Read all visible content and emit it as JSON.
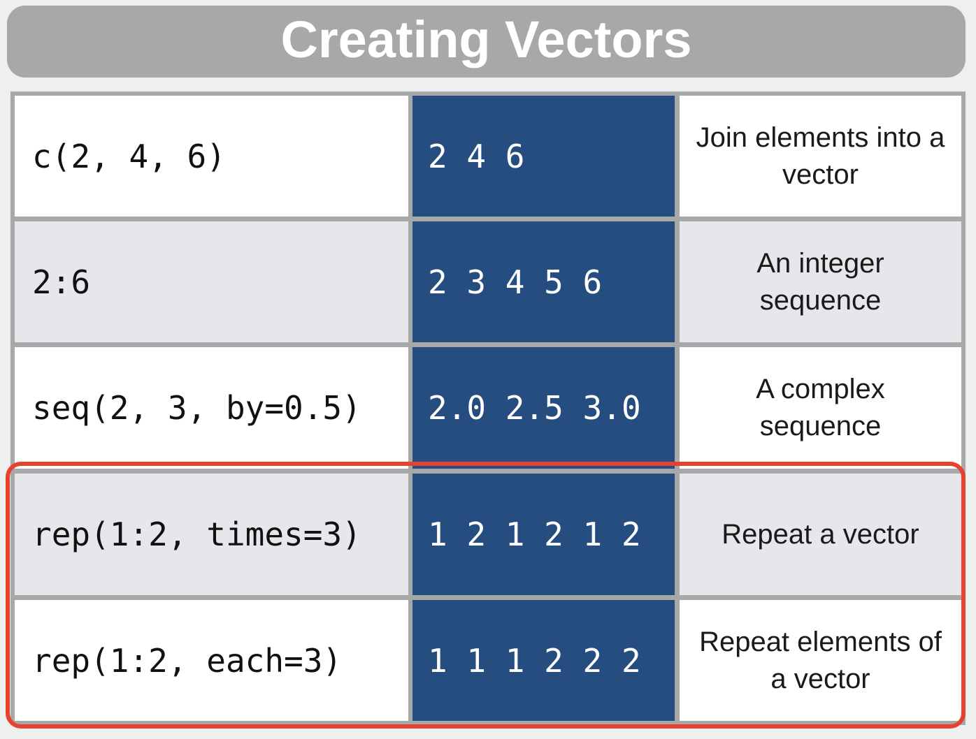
{
  "title": "Creating Vectors",
  "rows": [
    {
      "code": "c(2, 4, 6)",
      "result": "2 4 6",
      "description": "Join elements into a vector",
      "shade": "white"
    },
    {
      "code": "2:6",
      "result": "2 3 4 5 6",
      "description": "An integer sequence",
      "shade": "gray"
    },
    {
      "code": "seq(2, 3, by=0.5)",
      "result": "2.0 2.5 3.0",
      "description": "A complex sequence",
      "shade": "white"
    },
    {
      "code": "rep(1:2, times=3)",
      "result": "1 2 1 2 1 2",
      "description": "Repeat a vector",
      "shade": "gray"
    },
    {
      "code": "rep(1:2, each=3)",
      "result": "1 1 1 2 2 2",
      "description": "Repeat elements of a vector",
      "shade": "white"
    }
  ],
  "colors": {
    "title_bar": "#a7a8a8",
    "result_column": "#264d7f",
    "highlight_border": "#e5432f",
    "row_gray": "#e6e7ea",
    "row_white": "#ffffff"
  }
}
